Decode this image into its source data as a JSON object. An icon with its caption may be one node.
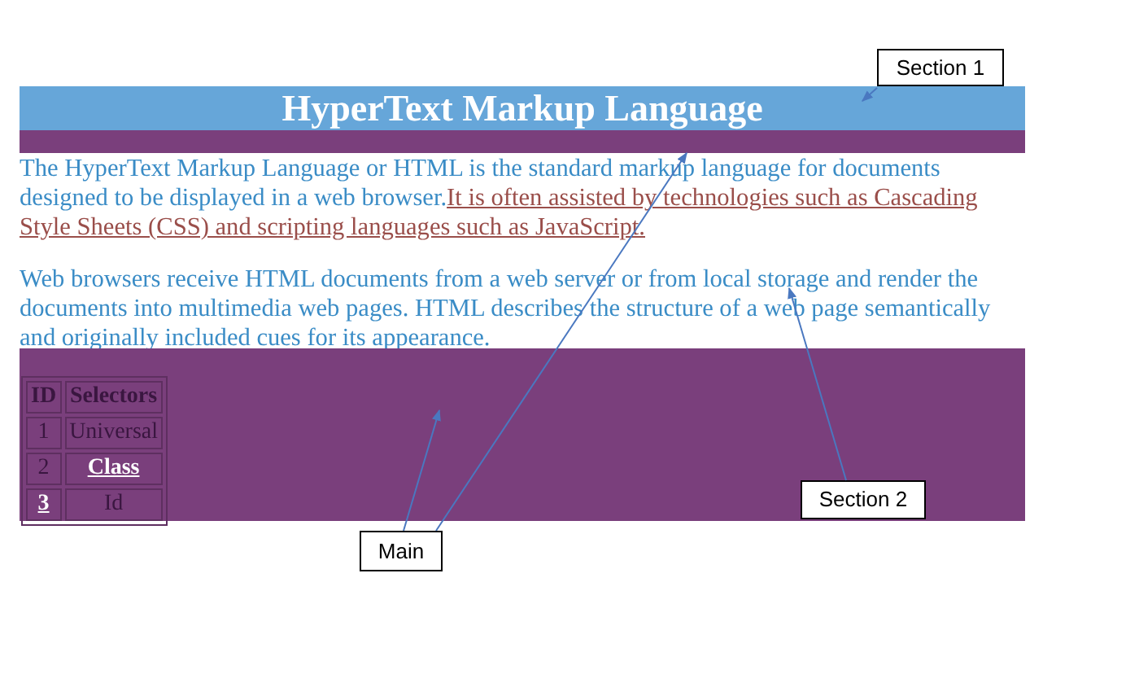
{
  "diagram": {
    "nodes": [
      {
        "text": [
          "Section 1"
        ]
      },
      {
        "text": [
          "HyperText Markup Language"
        ]
      },
      {
        "text": [],
        "shape": "bar"
      },
      {
        "text": [
          "The HyperText Markup Language or HTML is the standard markup language for documents designed to be displayed in a web browser.",
          "It is often assisted by technologies such as Cascading Style Sheets (CSS) and scripting languages such as JavaScript.",
          "Web browsers receive HTML documents from a web server or from local storage and render the documents into multimedia web pages. HTML describes the structure of a web page semantically and originally included cues for its appearance."
        ]
      },
      {
        "text": [],
        "shape": "box"
      },
      {
        "text": [
          "Section 2"
        ],
        "in": 4
      },
      {
        "text": [
          "Main"
        ]
      }
    ],
    "edges": [
      {
        "from": 0,
        "to": 1,
        "arrow": "to"
      },
      {
        "from": 5,
        "to": 3,
        "arrow": "to"
      },
      {
        "from": 6,
        "to": 4,
        "arrow": "to"
      },
      {
        "from": 6,
        "to": 2,
        "arrow": "to"
      }
    ],
    "labels": [
      "ID",
      "Selectors",
      "1",
      "Universal",
      "2",
      "Class",
      "3",
      "Id"
    ]
  }
}
